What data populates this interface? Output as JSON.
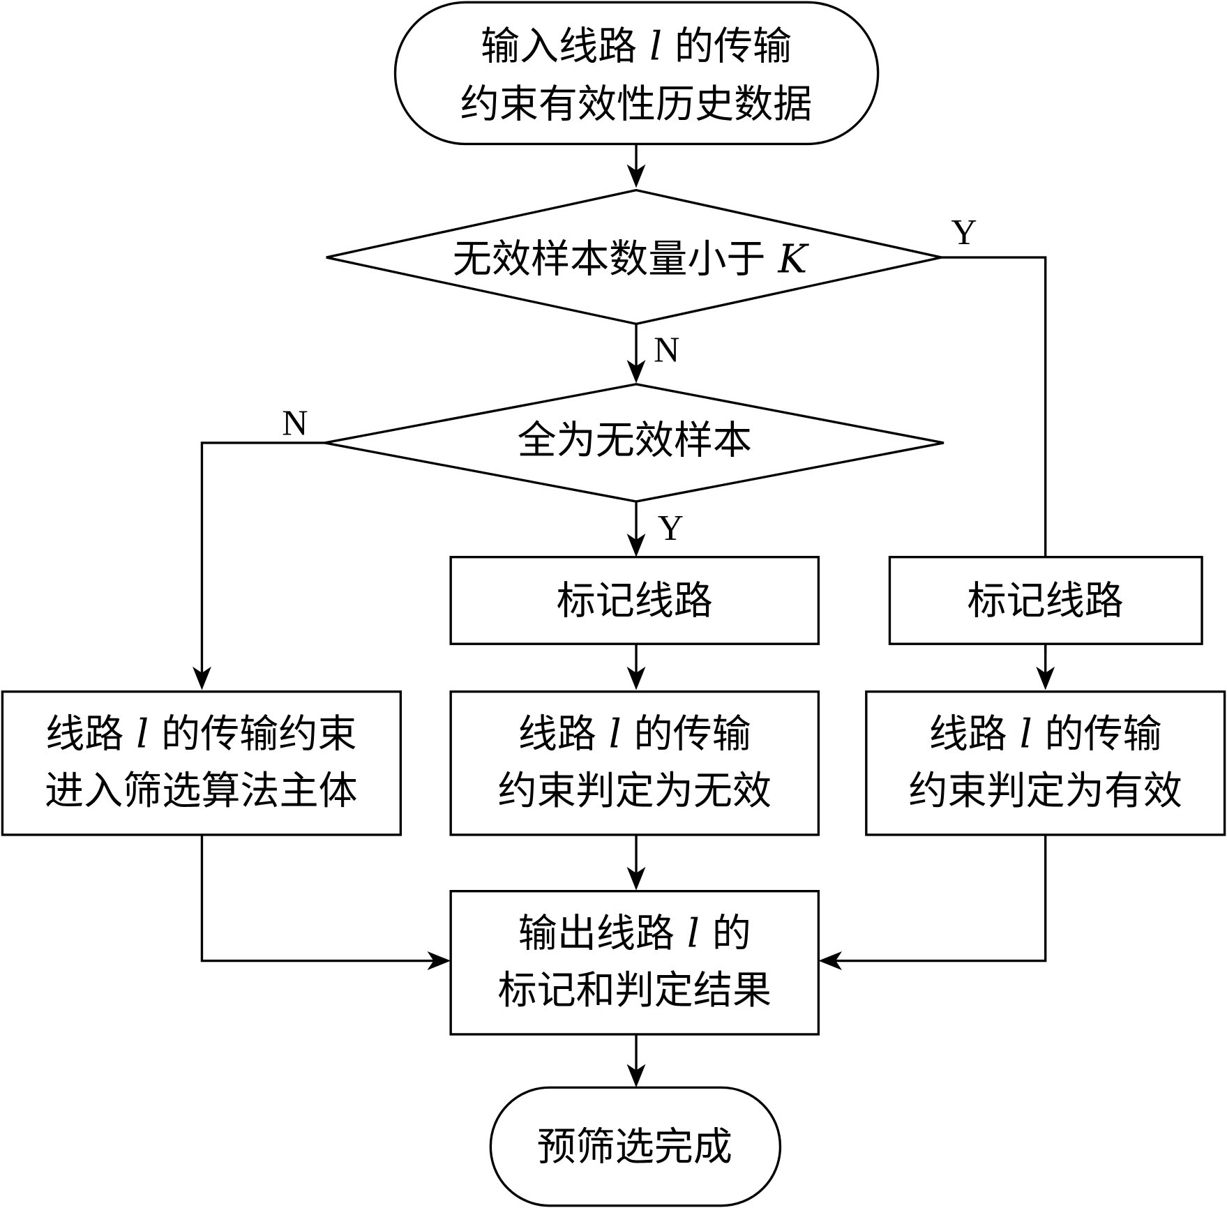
{
  "diagram": {
    "type": "flowchart",
    "nodes": {
      "start": {
        "line1": "输入线路 l 的传输",
        "line2": "约束有效性历史数据"
      },
      "decision1": {
        "text": "无效样本数量小于 K"
      },
      "decision2": {
        "text": "全为无效样本"
      },
      "mark_mid": {
        "text": "标记线路"
      },
      "mark_right": {
        "text": "标记线路"
      },
      "left_box": {
        "line1": "线路 l 的传输约束",
        "line2": "进入筛选算法主体"
      },
      "mid_box": {
        "line1": "线路 l 的传输",
        "line2": "约束判定为无效"
      },
      "right_box": {
        "line1": "线路 l 的传输",
        "line2": "约束判定为有效"
      },
      "output": {
        "line1": "输出线路 l 的",
        "line2": "标记和判定结果"
      },
      "end": {
        "text": "预筛选完成"
      }
    },
    "edge_labels": {
      "d1_yes": "Y",
      "d1_no": "N",
      "d2_no": "N",
      "d2_yes": "Y"
    },
    "colors": {
      "stroke": "#000000",
      "fill": "#ffffff"
    }
  }
}
